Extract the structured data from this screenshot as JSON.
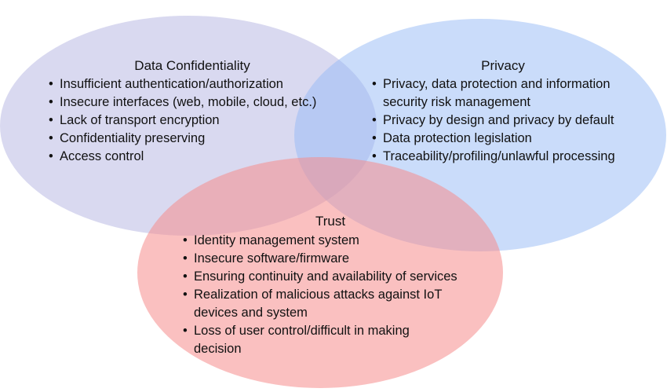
{
  "colors": {
    "confidentiality": "#b4b4e1",
    "privacy": "#96b9f5",
    "trust": "#f58c8c"
  },
  "sets": {
    "confidentiality": {
      "title": "Data Confidentiality",
      "items": [
        "Insufficient authentication/authorization",
        "Insecure interfaces (web, mobile, cloud, etc.)",
        "Lack of transport encryption",
        "Confidentiality preserving",
        "Access control"
      ]
    },
    "privacy": {
      "title": "Privacy",
      "items": [
        "Privacy, data protection and information security risk management",
        "Privacy by design and privacy by default",
        "Data protection legislation",
        "Traceability/profiling/unlawful processing"
      ]
    },
    "trust": {
      "title": "Trust",
      "items": [
        "Identity management system",
        "Insecure software/firmware",
        "Ensuring continuity and availability of services",
        "Realization of malicious attacks against IoT devices and system",
        "Loss of user control/difficult in making decision"
      ]
    }
  }
}
